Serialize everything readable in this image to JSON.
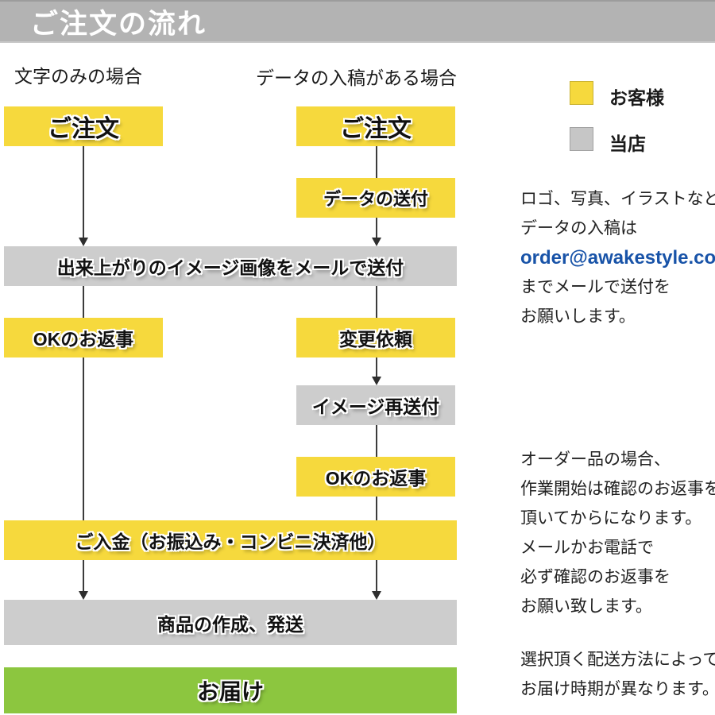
{
  "header": {
    "title": "ご注文の流れ"
  },
  "column_headers": {
    "left": "文字のみの場合",
    "right": "データの入稿がある場合"
  },
  "legend": {
    "customer_label": "お客様",
    "shop_label": "当店"
  },
  "colors": {
    "customer_yellow": "#f6d93d",
    "shop_gray": "#cdcdcd",
    "delivery_green": "#8cc63f",
    "header_gray": "#b3b3b3",
    "email_blue": "#1853a8"
  },
  "flow": {
    "order_left": "ご注文",
    "order_right": "ご注文",
    "data_send": "データの送付",
    "image_send": "出来上がりのイメージ画像をメールで送付",
    "ok_reply_left": "OKのお返事",
    "change_request": "変更依頼",
    "image_resend": "イメージ再送付",
    "ok_reply_right": "OKのお返事",
    "payment": "ご入金（お振込み・コンビニ決済他）",
    "production": "商品の作成、発送",
    "delivery": "お届け"
  },
  "notes": {
    "data_submission": {
      "line1": "ロゴ、写真、イラストなど",
      "line2": "データの入稿は",
      "email": "order@awakestyle.com",
      "line4": "までメールで送付を",
      "line5": "お願いします。"
    },
    "order_confirmation": {
      "line1": "オーダー品の場合、",
      "line2": "作業開始は確認のお返事を",
      "line3": "頂いてからになります。",
      "line4": "メールかお電話で",
      "line5": "必ず確認のお返事を",
      "line6": "お願い致します。"
    },
    "delivery_note": {
      "line1": "選択頂く配送方法によって",
      "line2": "お届け時期が異なります。"
    }
  }
}
